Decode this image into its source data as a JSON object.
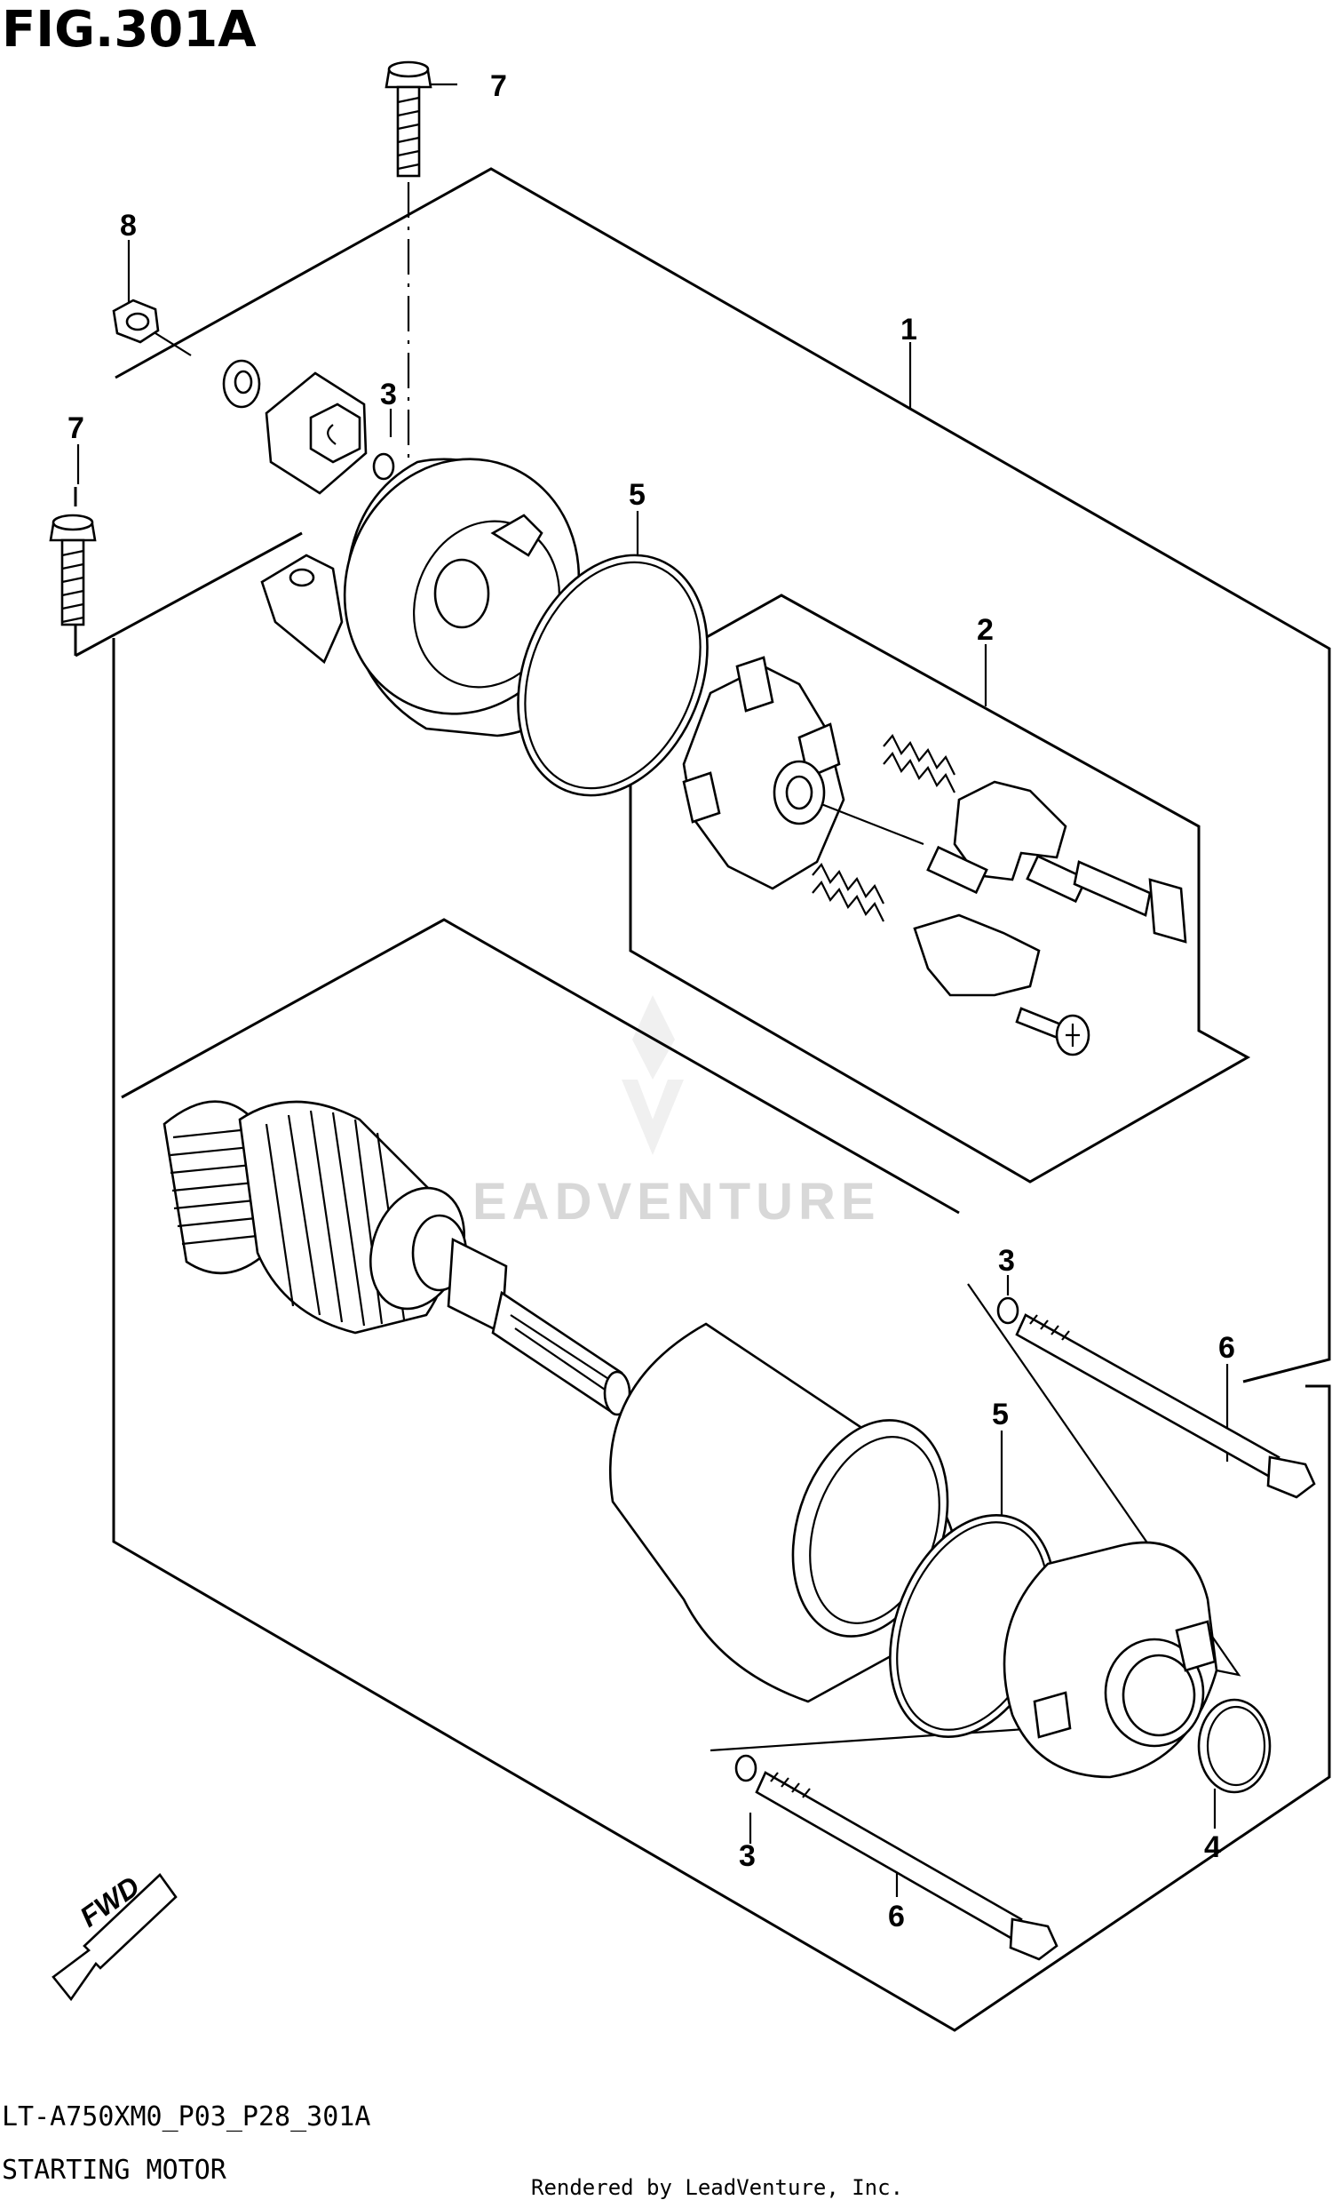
{
  "figure_title": "FIG.301A",
  "footer": {
    "code": "LT-A750XM0_P03_P28_301A",
    "name": "STARTING MOTOR",
    "rendered_by": "Rendered by LeadVenture, Inc."
  },
  "watermark": "EADVENTURE",
  "fwd_label": "FWD",
  "callouts": {
    "c1": "1",
    "c2": "2",
    "c3_upper": "3",
    "c3_mid": "3",
    "c3_lower": "3",
    "c4": "4",
    "c5_upper": "5",
    "c5_lower": "5",
    "c6_upper": "6",
    "c6_lower": "6",
    "c7_top": "7",
    "c7_left": "7",
    "c8": "8"
  }
}
